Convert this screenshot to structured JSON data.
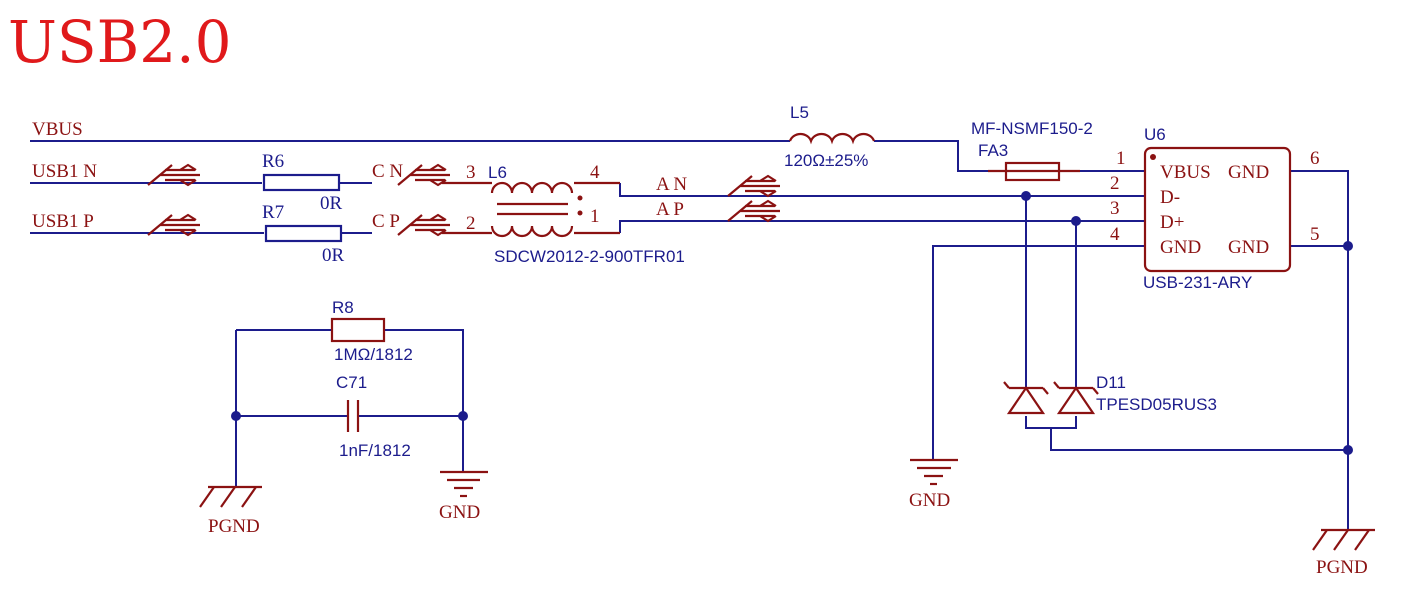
{
  "title": "USB2.0",
  "colors": {
    "title": "#e0191b",
    "net": "#8b1212",
    "wire": "#1c1c8c",
    "designator": "#1c1c8c"
  },
  "nets": {
    "vbus": "VBUS",
    "usb1_n": "USB1_N",
    "usb1_p": "USB1_P",
    "c_n": "C_N",
    "c_p": "C_P",
    "a_n": "A_N",
    "a_p": "A_P",
    "gnd": "GND",
    "pgnd": "PGND"
  },
  "components": {
    "r6": {
      "ref": "R6",
      "value": "0R"
    },
    "r7": {
      "ref": "R7",
      "value": "0R"
    },
    "r8": {
      "ref": "R8",
      "value": "1MΩ/1812"
    },
    "c71": {
      "ref": "C71",
      "value": "1nF/1812"
    },
    "l5": {
      "ref": "L5",
      "value": "120Ω±25%"
    },
    "l6": {
      "ref": "L6",
      "value": "SDCW2012-2-900TFR01",
      "pins": [
        "3",
        "4",
        "2",
        "1"
      ]
    },
    "fa3": {
      "ref": "FA3",
      "value": "MF-NSMF150-2"
    },
    "d11": {
      "ref": "D11",
      "value": "TPESD05RUS3"
    },
    "u6": {
      "ref": "U6",
      "value": "USB-231-ARY",
      "pins_left": [
        "1",
        "2",
        "3",
        "4"
      ],
      "pins_right": [
        "6",
        "5"
      ],
      "labels_left": [
        "VBUS",
        "D-",
        "D+",
        "GND"
      ],
      "labels_right": [
        "GND",
        "GND"
      ]
    }
  }
}
